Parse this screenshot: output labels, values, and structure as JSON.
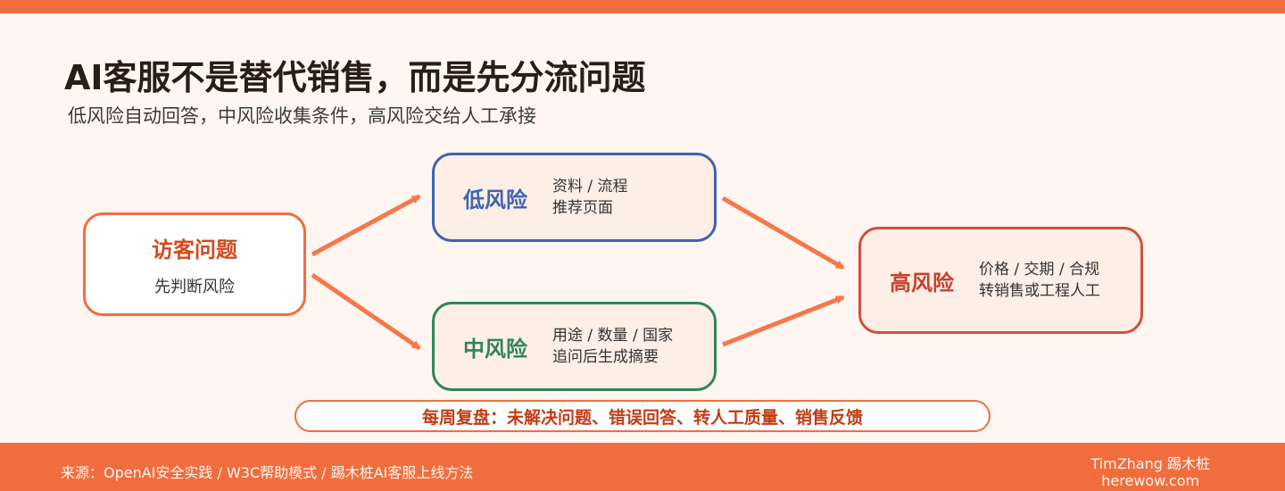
{
  "header": {
    "title": "AI客服不是替代销售，而是先分流问题",
    "subtitle": "低风险自动回答，中风险收集条件，高风险交给人工承接"
  },
  "nodes": {
    "visitor": {
      "name": "访客问题",
      "desc": "先判断风险"
    },
    "low": {
      "label": "低风险",
      "line1": "资料 / 流程",
      "line2": "推荐页面"
    },
    "mid": {
      "label": "中风险",
      "line1": "用途 / 数量 / 国家",
      "line2": "追问后生成摘要"
    },
    "high": {
      "label": "高风险",
      "line1": "价格 / 交期 / 合规",
      "line2": "转销售或工程人工"
    }
  },
  "review": "每周复盘：未解决问题、错误回答、转人工质量、销售反馈",
  "footer": {
    "source": "来源：OpenAI安全实践 / W3C帮助模式 / 踢木桩AI客服上线方法",
    "brand_line1": "TimZhang 踢木桩",
    "brand_line2": "herewow.com"
  },
  "colors": {
    "accent": "#f26d3d",
    "low": "#3e63b3",
    "mid": "#2d8657",
    "high": "#d1503e",
    "arrow": "#f4794a"
  }
}
